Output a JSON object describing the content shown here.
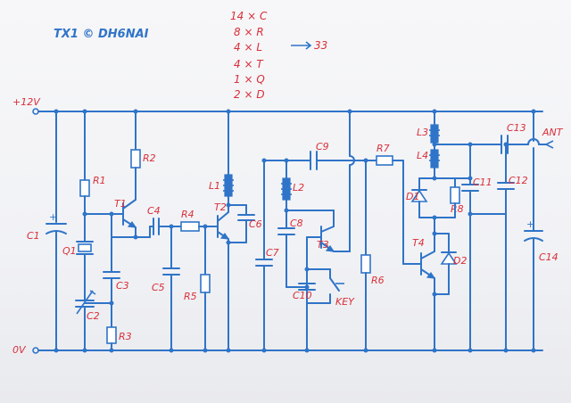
{
  "title": "TX1 © DH6NAI",
  "parts": [
    {
      "label": "14 × C"
    },
    {
      "label": "8 × R"
    },
    {
      "label": "4 × L"
    },
    {
      "label": "4 × T"
    },
    {
      "label": "1 × Q"
    },
    {
      "label": "2 × D"
    }
  ],
  "total": "33",
  "rails": {
    "top": "+12V",
    "bottom": "0V",
    "antenna": "ANT"
  },
  "components": {
    "C1": "C1",
    "C2": "C2",
    "C3": "C3",
    "C4": "C4",
    "C5": "C5",
    "C6": "C6",
    "C7": "C7",
    "C8": "C8",
    "C9": "C9",
    "C10": "C10",
    "C11": "C11",
    "C12": "C12",
    "C13": "C13",
    "C14": "C14",
    "R1": "R1",
    "R2": "R2",
    "R3": "R3",
    "R4": "R4",
    "R5": "R5",
    "R6": "R6",
    "R7": "R7",
    "R8": "R8",
    "L1": "L1",
    "L2": "L2",
    "L3": "L3",
    "L4": "L4",
    "T1": "T1",
    "T2": "T2",
    "T3": "T3",
    "T4": "T4",
    "Q1": "Q1",
    "D1": "D1",
    "D2": "D2",
    "KEY": "KEY"
  },
  "colors": {
    "ink_wire": "#2f74c8",
    "ink_label": "#d8303a",
    "paper": "#f4f5f7"
  }
}
